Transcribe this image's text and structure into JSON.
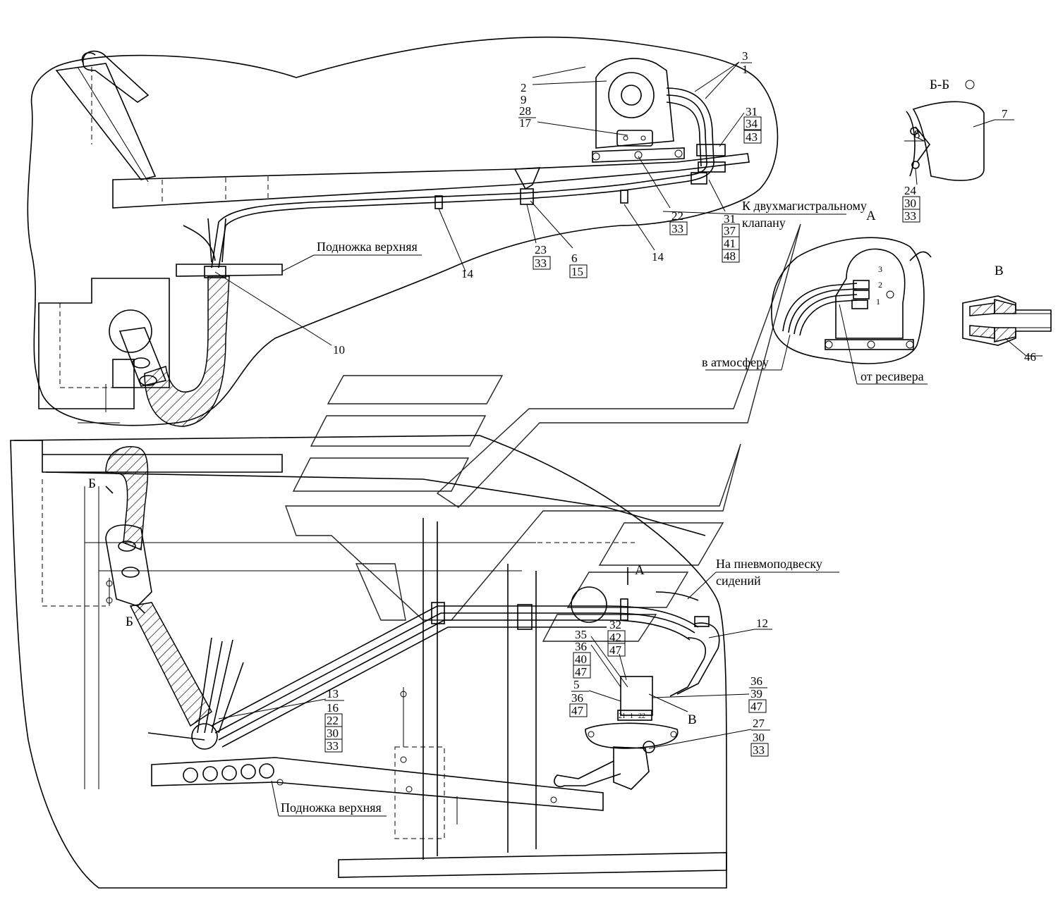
{
  "top_view": {
    "lever_callouts": [
      "2",
      "9"
    ],
    "plate_callouts": [
      "28",
      "17"
    ],
    "top_right_callouts": [
      "3",
      "1"
    ],
    "clamp_callouts": [
      "31",
      "34",
      "43"
    ],
    "bracket_callouts": [
      "22",
      "33"
    ],
    "pipe_callouts": [
      "31",
      "37",
      "41",
      "48"
    ],
    "clip_callouts": [
      "23",
      "33"
    ],
    "bolt_callouts": [
      "6",
      "15"
    ],
    "tie_left": "14",
    "tie_right": "14",
    "step_callout": "10",
    "label_to_valve": "К двухмагистральному клапану",
    "label_upper_step": "Подножка верхняя"
  },
  "section_bb": {
    "title": "Б-Б",
    "part_7": "7",
    "part_8": "8",
    "callouts": [
      "24",
      "30",
      "33"
    ]
  },
  "view_a": {
    "title": "А",
    "ports": [
      "3",
      "2",
      "1"
    ],
    "label_atmosphere": "в атмосферу",
    "label_receiver": "от ресивера"
  },
  "view_v": {
    "title": "В",
    "part_46": "46"
  },
  "bottom_view": {
    "section_marks": [
      "Б",
      "Б"
    ],
    "view_mark_a": "А",
    "view_mark_v": "В",
    "label_seat_suspension": "На пневмоподвеску сидений",
    "part_12": "12",
    "callout_32": [
      "32",
      "42",
      "47"
    ],
    "callout_35": [
      "35",
      "36",
      "40",
      "47"
    ],
    "callout_5": [
      "5",
      "36",
      "47"
    ],
    "callout_36_right": [
      "36",
      "39",
      "47"
    ],
    "callout_27": [
      "27",
      "30",
      "33"
    ],
    "callout_13": [
      "13",
      "16",
      "22",
      "30",
      "33"
    ],
    "valve_ports": [
      "21",
      "1",
      "22"
    ],
    "label_upper_step": "Подножка верхняя"
  }
}
